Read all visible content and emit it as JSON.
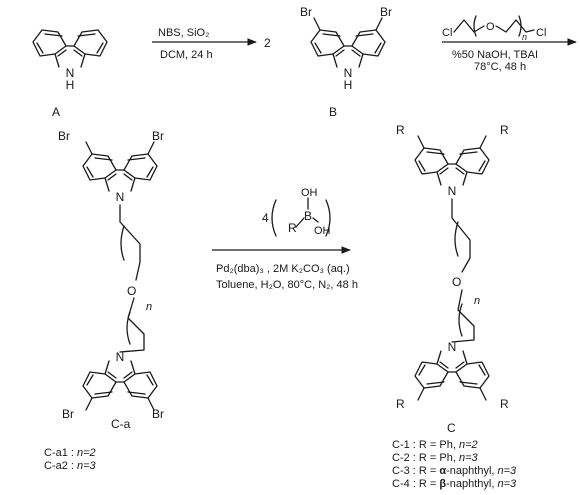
{
  "compound_labels": {
    "A": "A",
    "B": "B",
    "Ca": "C-a",
    "C": "C"
  },
  "atoms": {
    "N": "N",
    "H": "H",
    "Br": "Br",
    "O": "O",
    "R": "R",
    "Cl": "Cl",
    "OH": "OH"
  },
  "step1": {
    "reagents": "NBS, SiO₂",
    "conditions": "DCM, 24 h",
    "equiv": "2"
  },
  "step2": {
    "repeat_n": "n",
    "conditions_line1": "%50 NaOH, TBAI",
    "conditions_line2": "78°C, 48 h"
  },
  "step3": {
    "equiv": "4",
    "boron": "B",
    "conditions_line1": "Pd₂(dba)₃ , 2M K₂CO₃ (aq.)",
    "conditions_line2": "Toluene, H₂O, 80°C, N₂, 48 h"
  },
  "chain_n": "n",
  "ca_series": [
    {
      "id": "C-a1 : ",
      "value": "n=2"
    },
    {
      "id": "C-a2 : ",
      "value": "n=3"
    }
  ],
  "c_series": [
    {
      "id": "C-1 : R = Ph, ",
      "value": "n=2"
    },
    {
      "id": "C-2 : R = Ph, ",
      "value": "n=3"
    },
    {
      "id": "C-3 : R = ",
      "bold": "α",
      "rest": "-naphthyl, ",
      "value": "n=3"
    },
    {
      "id": "C-4 : R = ",
      "bold": "β",
      "rest": "-naphthyl, ",
      "value": "n=3"
    }
  ]
}
